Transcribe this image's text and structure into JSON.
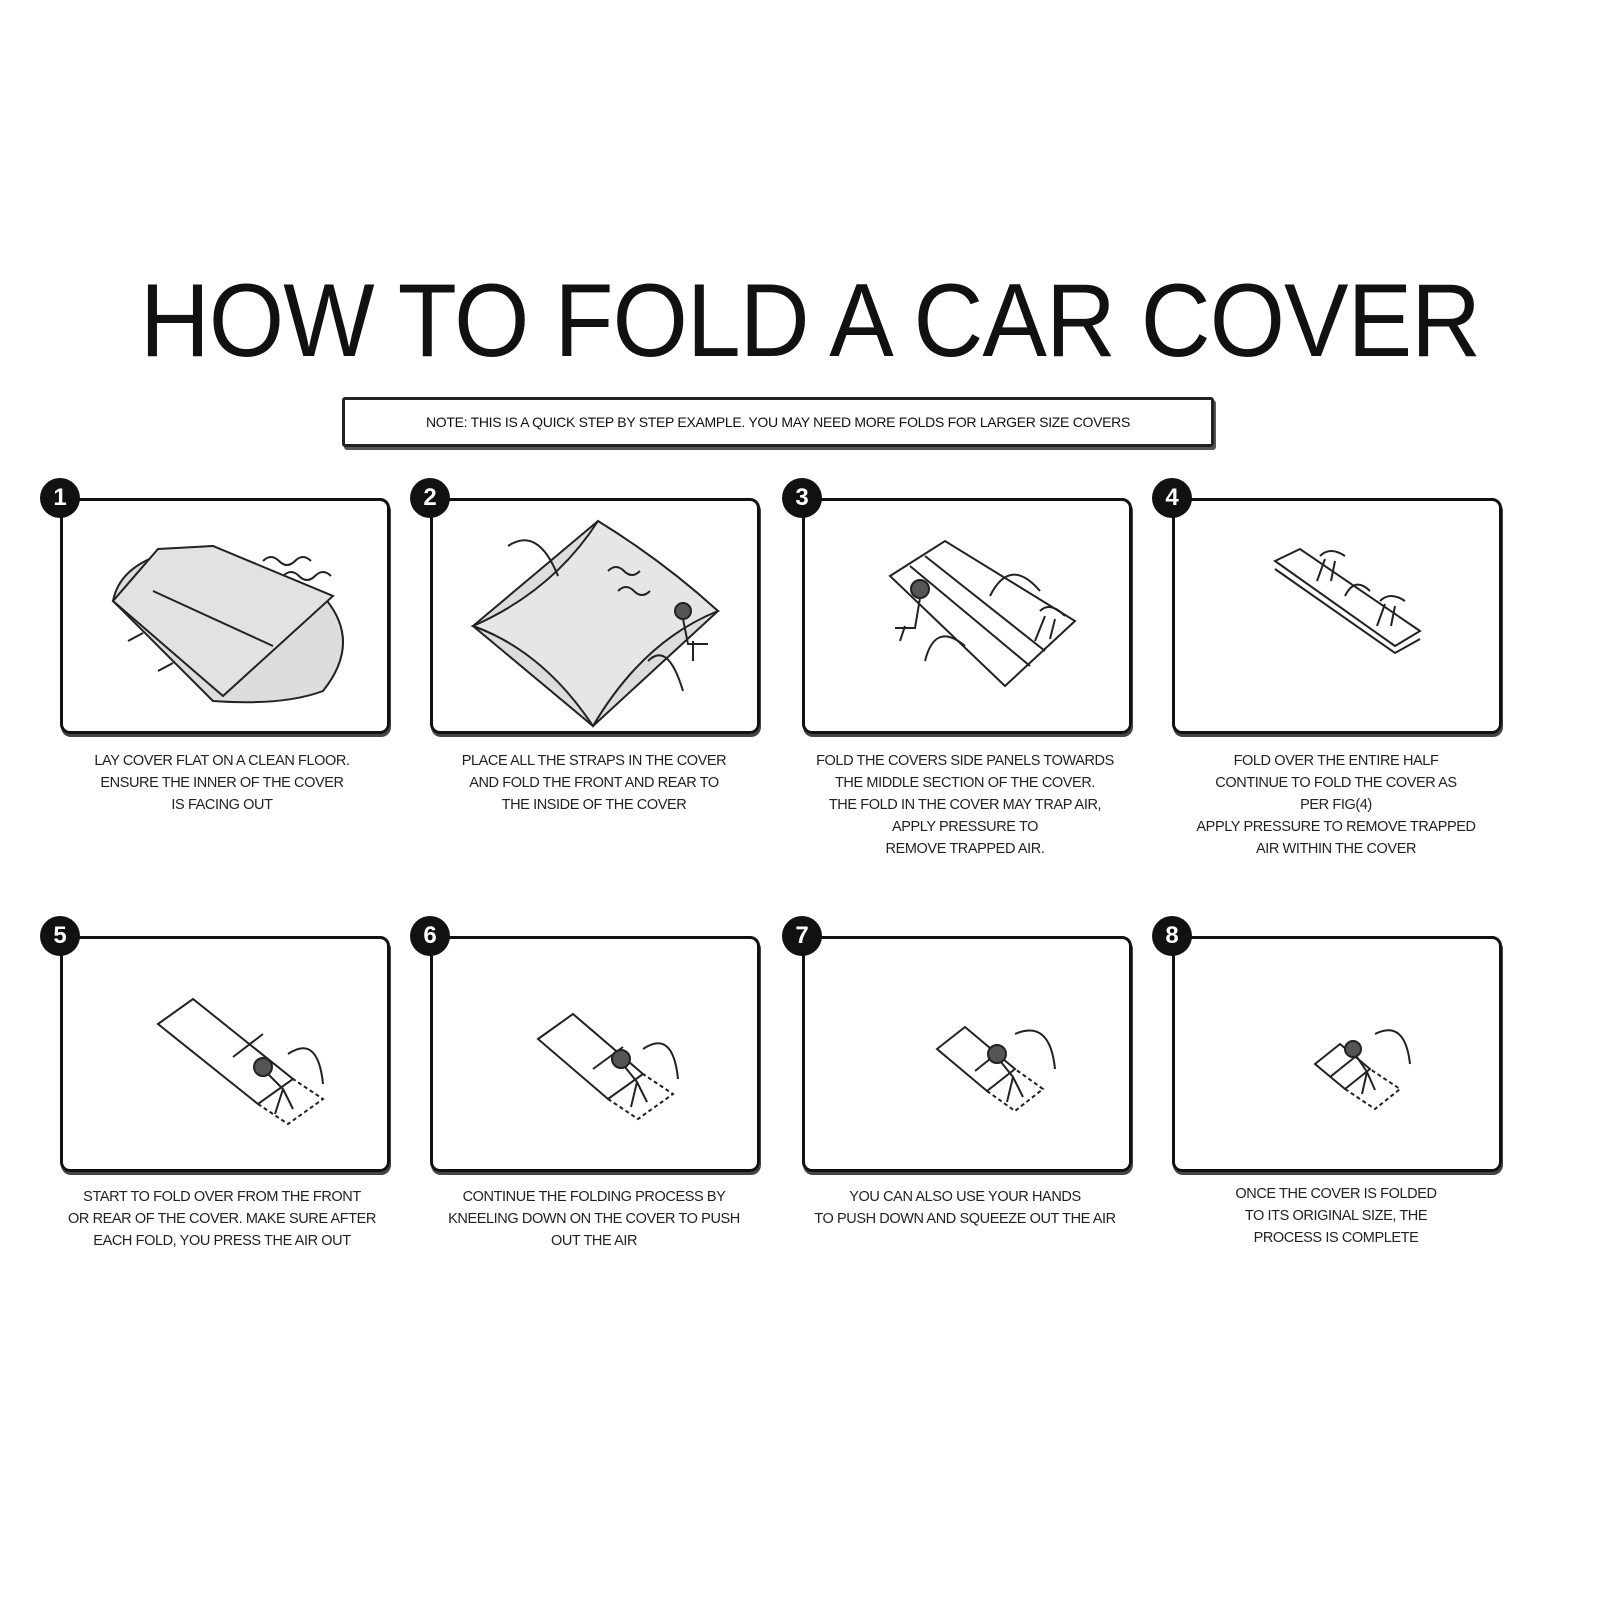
{
  "title": "HOW TO FOLD A CAR COVER",
  "note": "NOTE: THIS IS A QUICK STEP BY STEP EXAMPLE. YOU MAY NEED MORE FOLDS FOR LARGER SIZE COVERS",
  "steps": [
    {
      "number": "1",
      "caption": "LAY COVER FLAT ON A CLEAN FLOOR.\nENSURE THE INNER OF THE COVER\nIS FACING OUT"
    },
    {
      "number": "2",
      "caption": "PLACE ALL THE STRAPS IN THE COVER\nAND FOLD THE FRONT AND REAR TO\nTHE INSIDE OF THE COVER"
    },
    {
      "number": "3",
      "caption": "FOLD THE COVERS SIDE PANELS TOWARDS\nTHE MIDDLE SECTION OF THE COVER.\nTHE FOLD IN THE COVER MAY TRAP AIR,\nAPPLY PRESSURE TO\nREMOVE TRAPPED AIR."
    },
    {
      "number": "4",
      "caption": "FOLD OVER THE ENTIRE HALF\nCONTINUE TO FOLD THE COVER AS\nPER FIG(4)\nAPPLY PRESSURE TO REMOVE TRAPPED\nAIR WITHIN THE COVER"
    },
    {
      "number": "5",
      "caption": "START TO FOLD OVER FROM THE FRONT\nOR REAR OF THE COVER. MAKE SURE AFTER\nEACH FOLD, YOU PRESS THE AIR OUT"
    },
    {
      "number": "6",
      "caption": "CONTINUE THE FOLDING PROCESS BY\nKNEELING DOWN ON THE COVER TO PUSH\nOUT THE AIR"
    },
    {
      "number": "7",
      "caption": "YOU CAN ALSO USE YOUR HANDS\nTO PUSH DOWN AND SQUEEZE OUT THE AIR"
    },
    {
      "number": "8",
      "caption": "ONCE THE COVER IS FOLDED\nTO ITS ORIGINAL SIZE, THE\nPROCESS IS COMPLETE"
    }
  ]
}
